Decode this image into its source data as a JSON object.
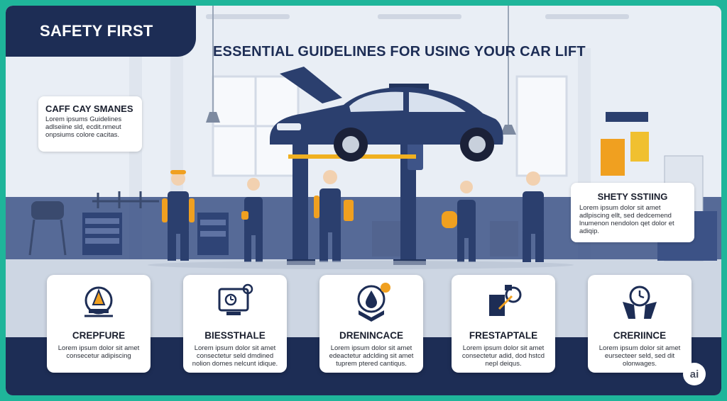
{
  "header": {
    "tab_title": "SAFETY FIRST",
    "headline": "ESSENTIAL GUIDELINES FOR USING YOUR CAR LIFT"
  },
  "callouts": [
    {
      "title": "CAFF CAY SMANES",
      "body": "Lorem ipsums Guidelines adlseiine sld, ecdit.nmeut onpsiums colore cacitas."
    },
    {
      "title": "SHETY SSTIING",
      "body": "Lorem ipsum dolor sit amet adlpiscing ellt, sed dedcemend lnumenon nendolon qet dolor et adiqip."
    }
  ],
  "cards": [
    {
      "title": "CREPFURE",
      "body": "Lorem ipsum dolor sit amet consecetur adipiscing",
      "icon": "lift-pad-icon"
    },
    {
      "title": "BIESSTHALE",
      "body": "Lorem ipsum dolor sit amet consectetur seld dmdined nolion domes nelcunt idique.",
      "icon": "monitor-clock-icon"
    },
    {
      "title": "DRENINCACE",
      "body": "Lorem ipsum dolor sit amet edeactetur adclding sit amet tuprem ptered cantiqus.",
      "icon": "oil-drop-badge-icon"
    },
    {
      "title": "FRESTAPTALE",
      "body": "Lorem ipsum dolor sit amet consectetur adid, dod hstcd nepl deiqus.",
      "icon": "hydraulic-lever-icon"
    },
    {
      "title": "CRERIINCE",
      "body": "Lorem ipsum dolor sit amet eursecteer seld, sed dit olonwages.",
      "icon": "gloved-hands-clock-icon"
    }
  ],
  "badge": {
    "label": "ai"
  },
  "colors": {
    "navy": "#1d2d55",
    "frame": "#1fb59a",
    "accent_orange": "#f0a020",
    "car_blue": "#2b3f6e"
  }
}
